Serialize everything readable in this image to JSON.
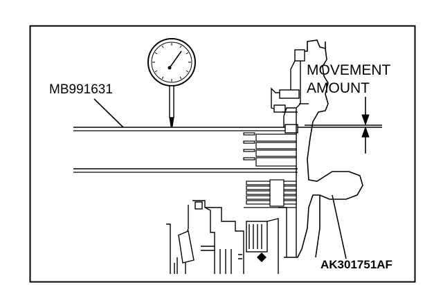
{
  "labels": {
    "tool": "MB991631",
    "measurement_line1": "MOVEMENT",
    "measurement_line2": "AMOUNT",
    "figure_code": "AK301751AF"
  },
  "colors": {
    "ink": "#000000",
    "paper": "#ffffff"
  },
  "icons": {
    "dial_indicator": "dial-gauge-icon",
    "arrows": "dimension-arrow-icon"
  }
}
